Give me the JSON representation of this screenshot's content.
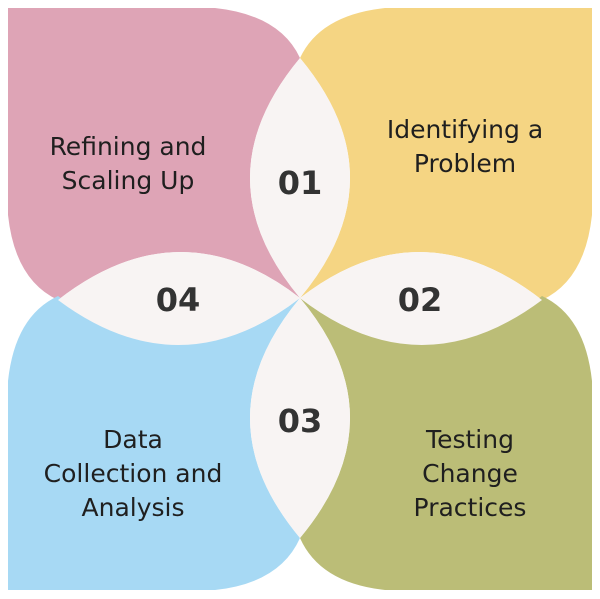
{
  "colors": {
    "pink": "#dea4b6",
    "yellow": "#f5d583",
    "green": "#bbbd77",
    "blue": "#a7d9f4",
    "lens": "#f8f4f3"
  },
  "steps": [
    {
      "number": "01",
      "label_lines": [
        "Identifying a",
        "Problem"
      ]
    },
    {
      "number": "02",
      "label_lines": [
        "Testing",
        "Change",
        "Practices"
      ]
    },
    {
      "number": "03",
      "label_lines": [
        "Data",
        "Collection and",
        "Analysis"
      ]
    },
    {
      "number": "04",
      "label_lines": [
        "Refining and",
        "Scaling Up"
      ]
    }
  ]
}
